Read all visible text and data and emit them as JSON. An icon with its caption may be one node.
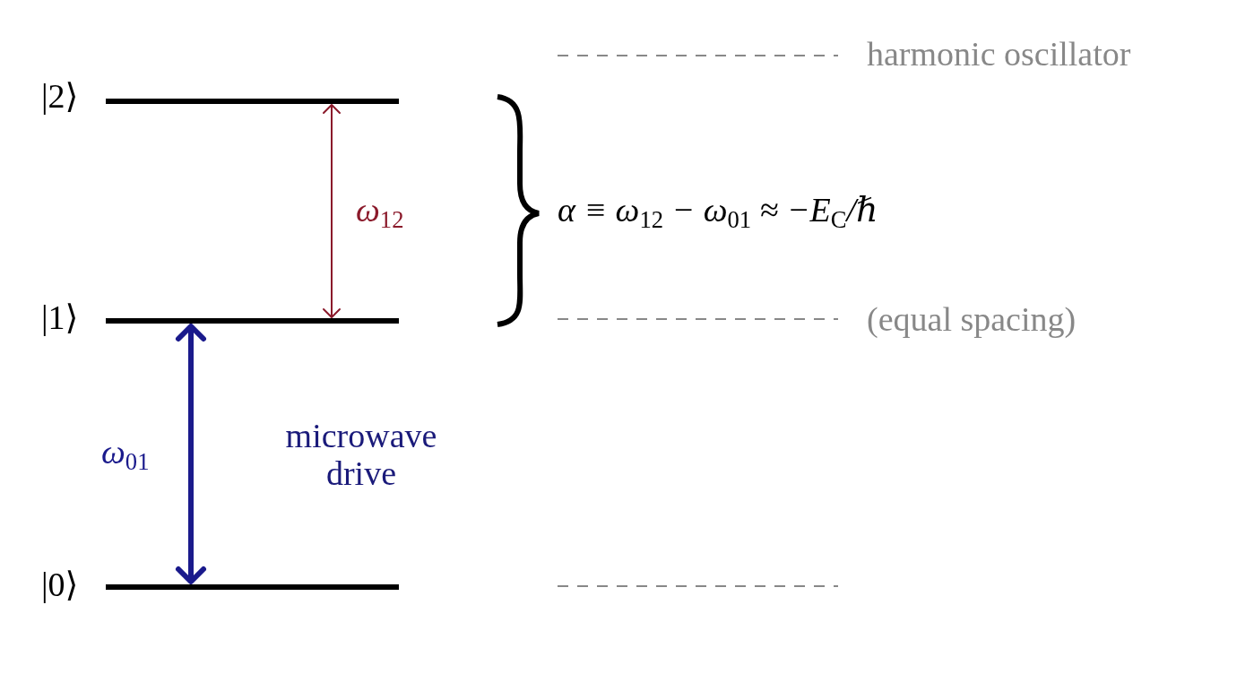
{
  "diagram": {
    "nodes": [
      {
        "text": [],
        "shape": "bar",
        "beside": [
          "|2⟩"
        ]
      },
      {
        "text": [],
        "shape": "line",
        "beside": [
          "harmonic oscillator"
        ]
      },
      {
        "text": [],
        "shape": "bar",
        "beside": [
          "|1⟩"
        ]
      },
      {
        "text": [],
        "shape": "line",
        "beside": [
          "(equal spacing)"
        ]
      },
      {
        "text": [],
        "shape": "bar",
        "beside": [
          "|0⟩"
        ]
      },
      {
        "text": [],
        "shape": "line"
      }
    ],
    "edges": [
      {
        "from": 0,
        "to": 2,
        "arrow": "both",
        "label": "ω$_{12}$",
        "color": "#8b1a2b"
      },
      {
        "from": 2,
        "to": 4,
        "arrow": "both",
        "label": "ω$_{01}$",
        "style": "thick",
        "color": "#1a1a8c"
      }
    ],
    "labels": [
      "α ≡ ω$_{12}$ − ω$_{01}$ ≈ −E$_{C}$/ℏ",
      "microwave drive"
    ]
  }
}
